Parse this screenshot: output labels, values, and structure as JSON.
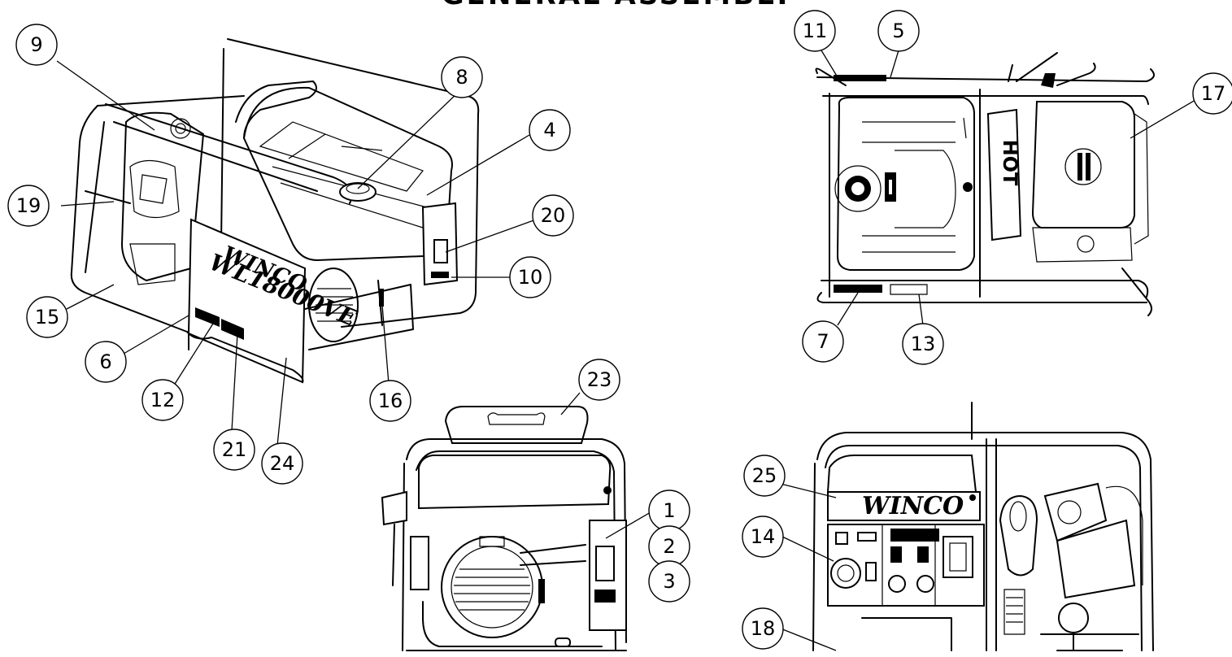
{
  "title": "GENERAL ASSEMBLY",
  "brand": "WINCO",
  "model": "WL18000VE",
  "hot_label": "HOT",
  "callouts": [
    {
      "n": "1"
    },
    {
      "n": "2"
    },
    {
      "n": "3"
    },
    {
      "n": "4"
    },
    {
      "n": "5"
    },
    {
      "n": "6"
    },
    {
      "n": "7"
    },
    {
      "n": "8"
    },
    {
      "n": "9"
    },
    {
      "n": "10"
    },
    {
      "n": "11"
    },
    {
      "n": "12"
    },
    {
      "n": "13"
    },
    {
      "n": "14"
    },
    {
      "n": "15"
    },
    {
      "n": "16"
    },
    {
      "n": "17"
    },
    {
      "n": "18"
    },
    {
      "n": "19"
    },
    {
      "n": "20"
    },
    {
      "n": "21"
    },
    {
      "n": "23"
    },
    {
      "n": "24"
    },
    {
      "n": "25"
    }
  ]
}
